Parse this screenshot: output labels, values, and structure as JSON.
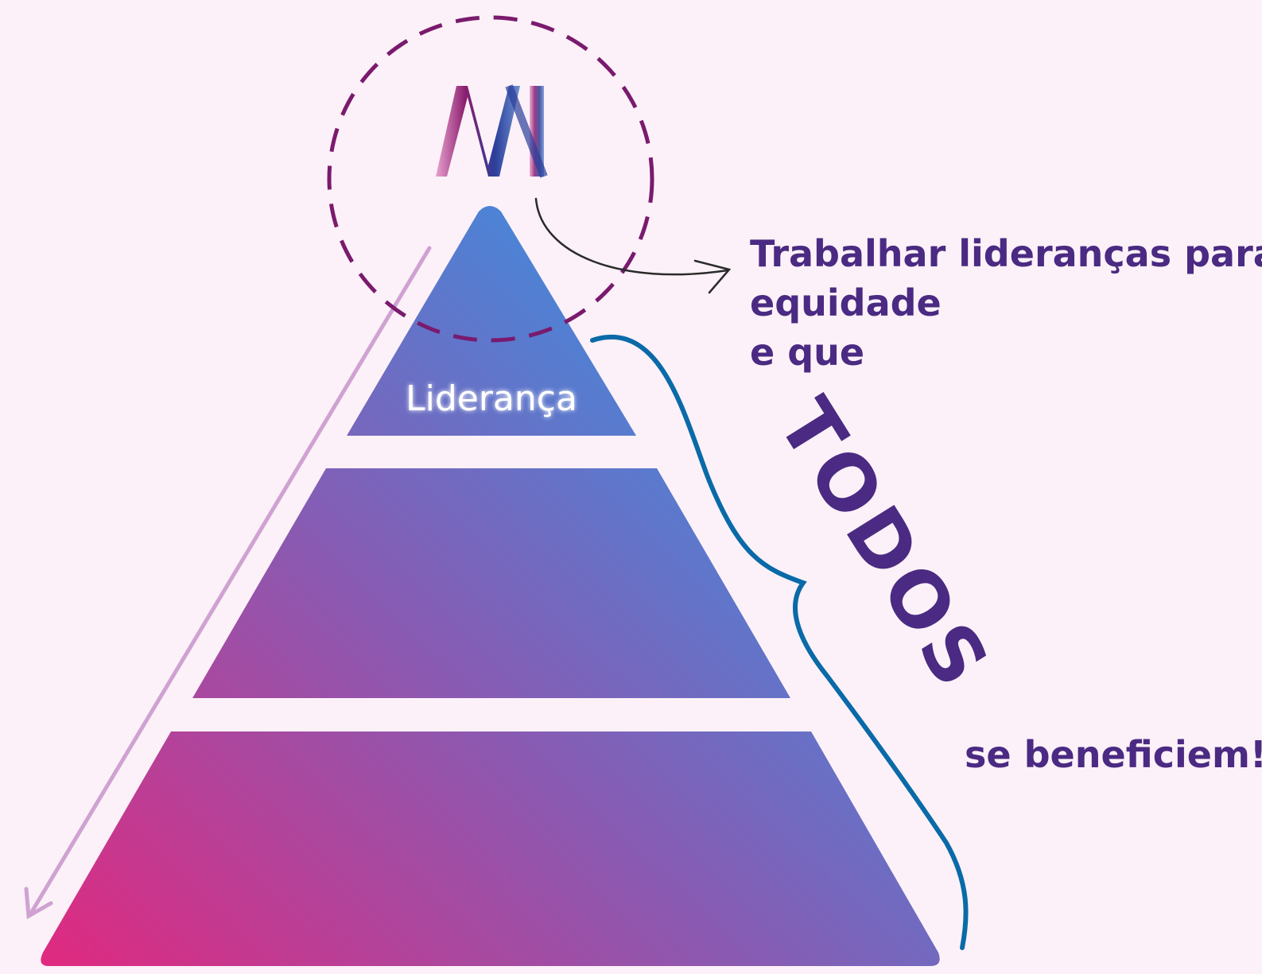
{
  "diagram": {
    "tier_top_label": "Liderança",
    "headline_lines": [
      "Trabalhar lideranças para",
      "equidade",
      "e que"
    ],
    "emphasis_word": "TODOS",
    "closing_text": "se beneficiem!"
  },
  "colors": {
    "background": "#fcf1f8",
    "text_purple": "#4a2a82",
    "gradient_pink": "#e0297f",
    "gradient_blue": "#3a8fe0",
    "dashed_circle": "#7a1a6e",
    "brace_blue": "#0a6aa8",
    "arrow_lilac": "#cfa2d2",
    "arrow_dark": "#2a2a2a"
  },
  "icons": {
    "top_logo": "ribbon-n-logo-icon"
  }
}
